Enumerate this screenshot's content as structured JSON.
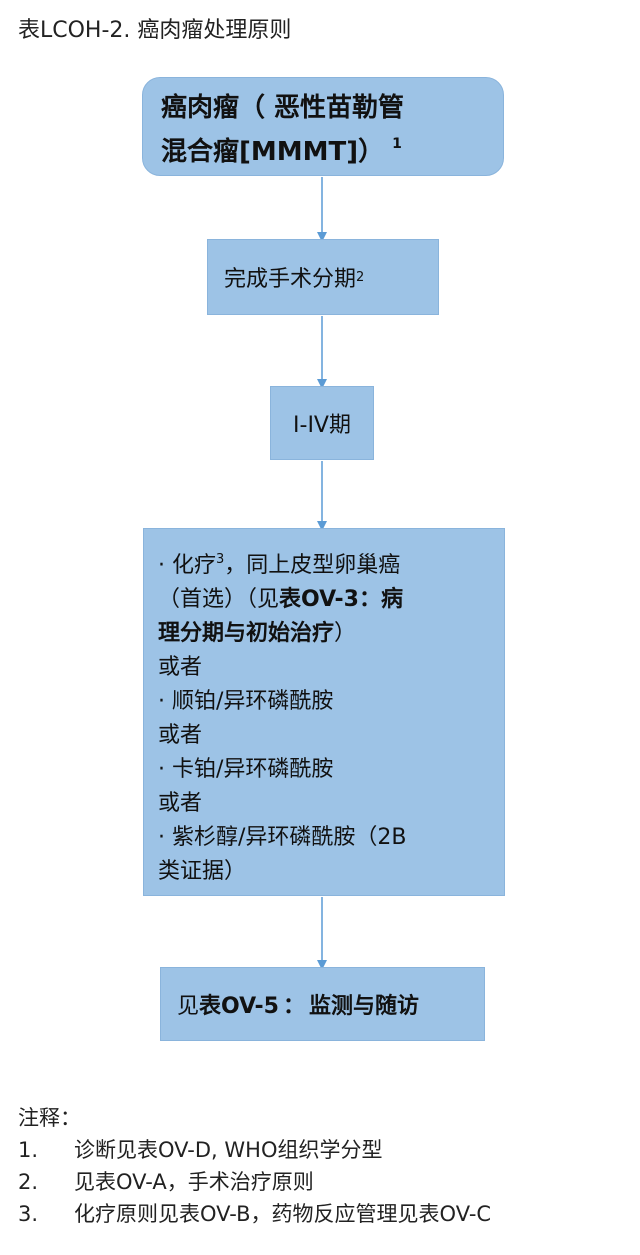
{
  "title": "表LCOH-2. 癌肉瘤处理原则",
  "flow": {
    "box1": {
      "line1": "癌肉瘤（ 恶性苗勒管",
      "line2": "混合瘤[MMMT]）",
      "sup": "1"
    },
    "box2": {
      "text": "完成手术分期",
      "sup": "2"
    },
    "box3": {
      "text": "I-IV期"
    },
    "box4": {
      "l1_text": "· 化疗",
      "l1_sup": "3",
      "l1_rest": "，同上皮型卵巢癌",
      "l2_normal": "（首选）（见",
      "l2_bold": "表OV-3：病",
      "l3_bold": "理分期与初始治疗",
      "l3_normal": "）",
      "or1": "或者",
      "opt2": "· 顺铂/异环磷酰胺",
      "or2": "或者",
      "opt3": "· 卡铂/异环磷酰胺",
      "or3": "或者",
      "opt4_l1": "· 紫杉醇/异环磷酰胺（2B",
      "opt4_l2": "类证据）"
    },
    "box5": {
      "prefix": "见",
      "bold_ref": "表OV-5",
      "colon": "：",
      "bold_rest": "监测与随访"
    }
  },
  "notes": {
    "heading": "注释：",
    "items": [
      {
        "num": "1.",
        "text": "诊断见表OV-D, WHO组织学分型"
      },
      {
        "num": "2.",
        "text": "见表OV-A，手术治疗原则"
      },
      {
        "num": "3.",
        "text": "化疗原则见表OV-B，药物反应管理见表OV-C"
      }
    ]
  },
  "colors": {
    "box_fill": "#9dc3e6",
    "arrow": "#5b9bd5"
  }
}
